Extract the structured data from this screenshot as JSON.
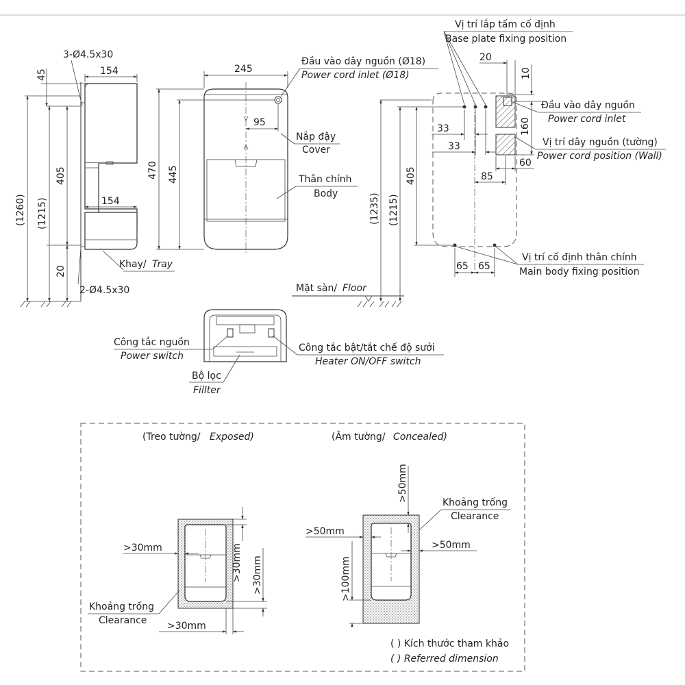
{
  "side_view": {
    "holes_top": "3-Ø4.5x30",
    "holes_bottom": "2-Ø4.5x30",
    "dim_45": "45",
    "dim_154_top": "154",
    "dim_154_mid": "154",
    "dim_405": "405",
    "dim_1215": "(1215)",
    "dim_1260": "(1260)",
    "dim_20": "20",
    "tray_vi": "Khay/",
    "tray_en": "Tray"
  },
  "front_view": {
    "dim_245": "245",
    "dim_95": "95",
    "dim_470": "470",
    "dim_445": "445",
    "cord_inlet_vi": "Đầu vào dây nguồn (Ø18)",
    "cord_inlet_en": "Power cord inlet (Ø18)",
    "cover_vi": "Nắp đậy",
    "cover_en": "Cover",
    "body_vi": "Thân chính",
    "body_en": "Body"
  },
  "floor": {
    "label_vi": "Mặt sàn/",
    "label_en": "Floor"
  },
  "rear_view": {
    "base_plate_vi": "Vị trí lắp tấm cố định",
    "base_plate_en": "Base plate fixing position",
    "dim_20": "20",
    "dim_10": "10",
    "cord_inlet_vi": "Đầu vào dây nguồn",
    "cord_inlet_en": "Power cord inlet",
    "dim_160": "160",
    "cord_pos_vi": "Vị trí dây nguồn (tường)",
    "cord_pos_en": "Power cord position (Wall)",
    "dim_33a": "33",
    "dim_33b": "33",
    "dim_60": "60",
    "dim_85": "85",
    "dim_405": "405",
    "dim_1215": "(1215)",
    "dim_1235": "(1235)",
    "dim_65a": "65",
    "dim_65b": "65",
    "main_fix_vi": "Vị trí cố định thân chính",
    "main_fix_en": "Main body fixing position"
  },
  "top_view": {
    "power_switch_vi": "Công tắc nguồn",
    "power_switch_en": "Power switch",
    "heater_switch_vi": "Công tắc bật/tắt chế độ sưởi",
    "heater_switch_en": "Heater ON/OFF switch",
    "filter_vi": "Bộ lọc",
    "filter_en": "Fillter"
  },
  "clearance": {
    "exposed_title_vi": "(Treo tường/",
    "exposed_title_en": "Exposed)",
    "concealed_title_vi": "(Âm tường/",
    "concealed_title_en": "Concealed)",
    "exp_left": ">30mm",
    "exp_right_inner": ">30mm",
    "exp_right_outer": ">30mm",
    "exp_bottom": ">30mm",
    "exp_clearance_vi": "Khoảng trống",
    "exp_clearance_en": "Clearance",
    "con_top": ">50mm",
    "con_left": ">50mm",
    "con_right": ">50mm",
    "con_bottom": ">100mm",
    "con_clearance_vi": "Khoảng trống",
    "con_clearance_en": "Clearance",
    "note_vi": "( ) Kích thước tham khảo",
    "note_en": "( ) Referred dimension"
  },
  "colors": {
    "line": "#333333",
    "text": "#222222",
    "background": "#ffffff"
  }
}
